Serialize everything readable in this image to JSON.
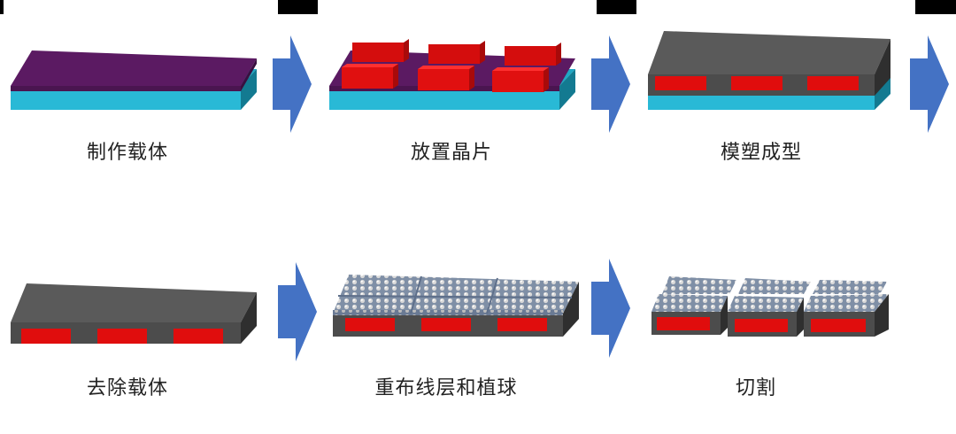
{
  "steps": [
    {
      "label": "制作载体"
    },
    {
      "label": "放置晶片"
    },
    {
      "label": "模塑成型"
    },
    {
      "label": "去除载体"
    },
    {
      "label": "重布线层和植球"
    },
    {
      "label": "切割"
    }
  ],
  "colors": {
    "carrier_blue": "#29b9d6",
    "purple_layer": "#5b1a62",
    "die_red": "#d40d0d",
    "mold_gray": "#555555",
    "arrow_blue": "#4472c4",
    "solder_ball": "#c8c8c8"
  }
}
